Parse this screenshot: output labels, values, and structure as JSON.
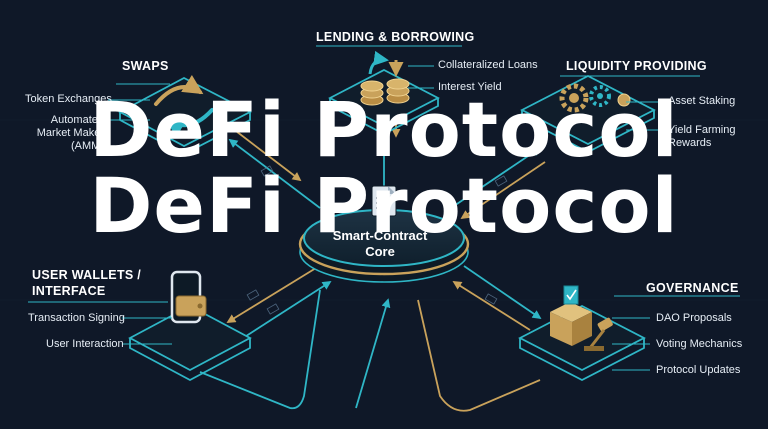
{
  "title_line_1": "DeFi Protocol",
  "title_line_2": "DeFi Protocol",
  "core": {
    "label_line_1": "Smart-Contract",
    "label_line_2": "Core"
  },
  "lending": {
    "heading": "LENDING & BORROWING",
    "items": [
      "Collateralized Loans",
      "Interest Yield"
    ]
  },
  "swaps": {
    "heading": "SWAPS",
    "items": [
      "Token Exchanges",
      "Automated",
      "Market Maker",
      "(AMM)"
    ]
  },
  "liquidity": {
    "heading": "LIQUIDITY PROVIDING",
    "items": [
      "Asset Staking",
      "Yield Farming",
      "Rewards"
    ]
  },
  "wallets": {
    "heading_line_1": "USER WALLETS /",
    "heading_line_2": "INTERFACE",
    "items": [
      "Transaction Signing",
      "User Interaction"
    ]
  },
  "governance": {
    "heading": "GOVERNANCE",
    "items": [
      "DAO Proposals",
      "Voting Mechanics",
      "Protocol Updates"
    ]
  },
  "colors": {
    "background": "#0f1828",
    "teal": "#2fb6c6",
    "gold": "#c9a25b",
    "text": "#ffffff"
  },
  "icons": [
    "swap-arrows-icon",
    "coin-stack-icon",
    "gears-icon",
    "document-icon",
    "phone-wallet-icon",
    "ballot-box-icon",
    "gavel-icon"
  ]
}
